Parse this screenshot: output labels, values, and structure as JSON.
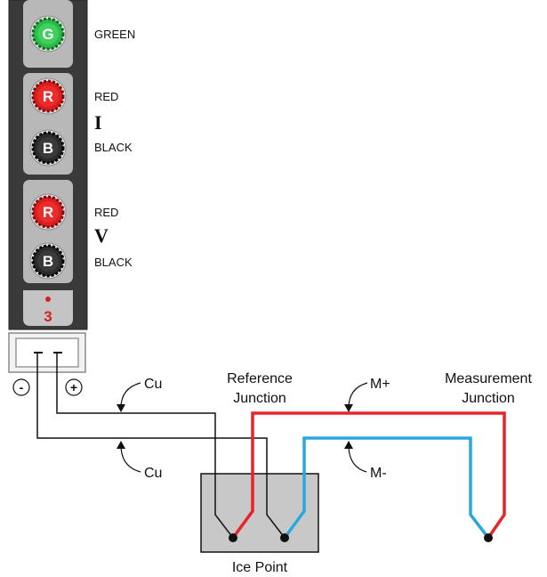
{
  "panel": {
    "terminals": [
      {
        "letter": "G",
        "label": "GREEN",
        "color": "#2db84a"
      },
      {
        "letter": "R",
        "label": "RED",
        "color": "#d81e1e"
      },
      {
        "letter": "B",
        "label": "BLACK",
        "color": "#2b2b2b"
      },
      {
        "letter": "R",
        "label": "RED",
        "color": "#d81e1e"
      },
      {
        "letter": "B",
        "label": "BLACK",
        "color": "#2b2b2b"
      }
    ],
    "group_current": "I",
    "group_voltage": "V",
    "channel_number": "3",
    "connector_minus": "-",
    "connector_plus": "+"
  },
  "labels": {
    "cu_top": "Cu",
    "cu_bottom": "Cu",
    "reference_line1": "Reference",
    "reference_line2": "Junction",
    "m_plus": "M+",
    "m_minus": "M-",
    "measurement_line1": "Measurement",
    "measurement_line2": "Junction",
    "ice_point": "Ice Point"
  },
  "colors": {
    "copper_wire": "#111111",
    "positive_wire": "#e8232a",
    "negative_wire": "#29a8e0",
    "ice_bath": "#c8c8c8",
    "panel": "#3a3a3a"
  }
}
